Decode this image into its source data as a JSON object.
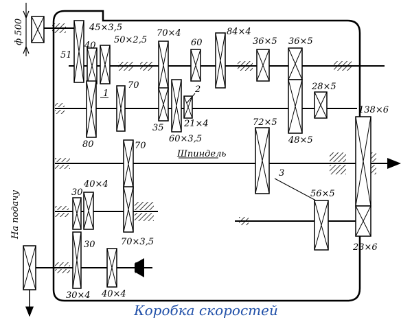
{
  "caption": "Коробка скоростей",
  "labels": {
    "pulley": "ф 500",
    "feed": "На подачу",
    "spindle": "Шпиндель",
    "g45x35": "45×3,5",
    "g51": "51",
    "g40a": "40",
    "g50x25": "50×2,5",
    "g1": "1",
    "g70a": "70",
    "g80": "80",
    "g70x4": "70×4",
    "g35": "35",
    "g60": "60",
    "g60x35": "60×3,5",
    "g2": "2",
    "g21x4": "21×4",
    "g84x4": "84×4",
    "g36x5a": "36×5",
    "g36x5b": "36×5",
    "g72x5": "72×5",
    "g48x5": "48×5",
    "g28x5": "28×5",
    "g138x6": "138×6",
    "g70b": "70",
    "g3": "3",
    "g56x5": "56×5",
    "g23x6": "23×6",
    "g30a": "30",
    "g40x4a": "40×4",
    "g30b": "30",
    "g70x35": "70×3,5",
    "g30x4": "30×4",
    "g40x4b": "40×4"
  }
}
